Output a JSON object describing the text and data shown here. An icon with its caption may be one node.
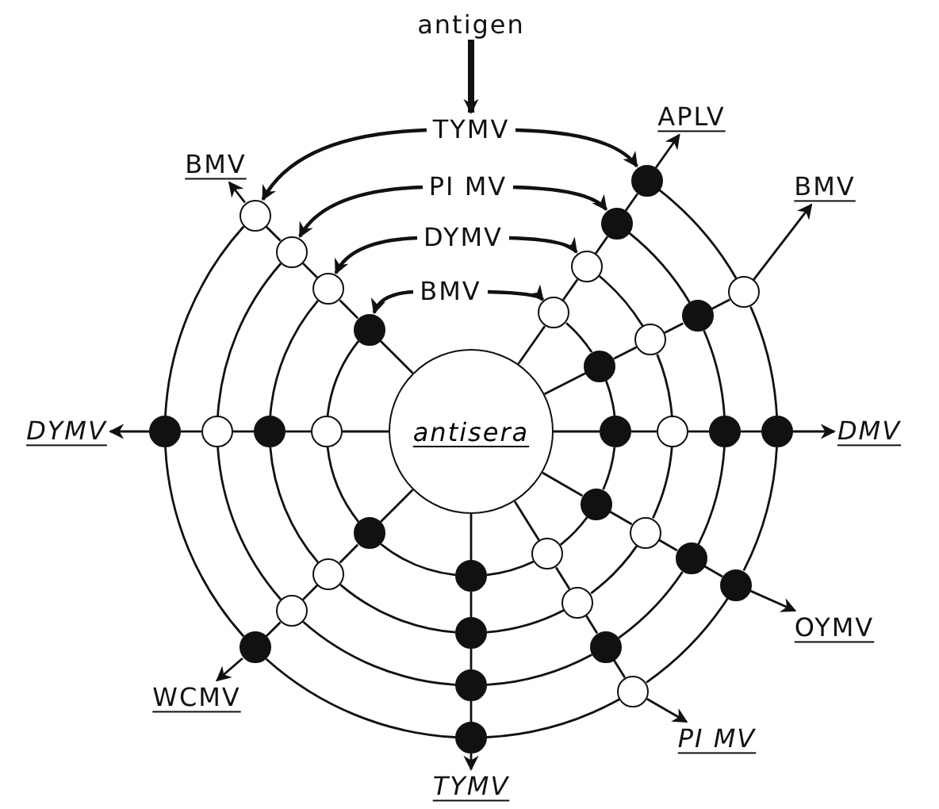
{
  "diagram": {
    "nodes": [
      {
        "text": [
          "antigen"
        ]
      },
      {
        "text": [
          "TYMV"
        ]
      },
      {
        "text": [
          "PI MV"
        ]
      },
      {
        "text": [
          "DYMV"
        ]
      },
      {
        "text": [
          "BMV"
        ]
      },
      {
        "text": [
          "antisera"
        ]
      },
      {
        "text": [
          "APLV"
        ]
      },
      {
        "text": [
          "BMV"
        ]
      },
      {
        "text": [
          "BMV"
        ]
      },
      {
        "text": [
          "DYMV"
        ]
      },
      {
        "text": [
          "DMV"
        ]
      },
      {
        "text": [
          "OYMV"
        ]
      },
      {
        "text": [
          "WCMV"
        ]
      },
      {
        "text": [
          "PI MV"
        ]
      },
      {
        "text": [
          "TYMV"
        ]
      },
      {
        "text": [],
        "shape": "circle"
      },
      {
        "text": [],
        "shape": "circle"
      },
      {
        "text": [],
        "shape": "dot"
      },
      {
        "text": [],
        "shape": "dot"
      },
      {
        "text": [],
        "shape": "dot"
      },
      {
        "text": [],
        "shape": "circle"
      },
      {
        "text": [],
        "shape": "dot"
      },
      {
        "text": [],
        "shape": "circle"
      },
      {
        "text": [],
        "shape": "dot"
      },
      {
        "text": [],
        "shape": "circle"
      },
      {
        "text": [],
        "shape": "dot"
      },
      {
        "text": [],
        "shape": "dot"
      },
      {
        "text": [],
        "shape": "dot"
      },
      {
        "text": [],
        "shape": "circle"
      },
      {
        "text": [],
        "shape": "dot"
      },
      {
        "text": [],
        "shape": "dot"
      },
      {
        "text": [],
        "shape": "circle"
      },
      {
        "text": [],
        "shape": "circle"
      },
      {
        "text": [],
        "shape": "dot"
      },
      {
        "text": [],
        "shape": "circle"
      },
      {
        "text": [],
        "shape": "dot"
      },
      {
        "text": [],
        "shape": "dot"
      },
      {
        "text": [],
        "shape": "dot"
      },
      {
        "text": [],
        "shape": "dot"
      },
      {
        "text": [],
        "shape": "dot"
      },
      {
        "text": [],
        "shape": "circle"
      },
      {
        "text": [],
        "shape": "circle"
      },
      {
        "text": [],
        "shape": "dot"
      },
      {
        "text": [],
        "shape": "circle"
      },
      {
        "text": [],
        "shape": "dot"
      },
      {
        "text": [],
        "shape": "circle"
      },
      {
        "text": [],
        "shape": "dot"
      },
      {
        "text": [],
        "shape": "dot"
      },
      {
        "text": [],
        "shape": "circle"
      },
      {
        "text": [],
        "shape": "circle"
      },
      {
        "text": [],
        "shape": "circle"
      }
    ],
    "edges": [
      {
        "from": 0,
        "to": 1,
        "arrow": "to",
        "style": "thick"
      },
      {
        "from": 1,
        "to": 50,
        "arrow": "to"
      },
      {
        "from": 1,
        "to": 18,
        "arrow": "to"
      },
      {
        "from": 2,
        "to": 49,
        "arrow": "to"
      },
      {
        "from": 2,
        "to": 17,
        "arrow": "to"
      },
      {
        "from": 3,
        "to": 48,
        "arrow": "to"
      },
      {
        "from": 3,
        "to": 16,
        "arrow": "to"
      },
      {
        "from": 4,
        "to": 47,
        "arrow": "to"
      },
      {
        "from": 4,
        "to": 15,
        "arrow": "to"
      },
      {
        "from": 5,
        "to": 15,
        "arrow": "none"
      },
      {
        "from": 15,
        "to": 16,
        "arrow": "none"
      },
      {
        "from": 16,
        "to": 17,
        "arrow": "none"
      },
      {
        "from": 17,
        "to": 18,
        "arrow": "none"
      },
      {
        "from": 18,
        "to": 6,
        "arrow": "to"
      },
      {
        "from": 5,
        "to": 19,
        "arrow": "none"
      },
      {
        "from": 19,
        "to": 20,
        "arrow": "none"
      },
      {
        "from": 20,
        "to": 21,
        "arrow": "none"
      },
      {
        "from": 21,
        "to": 22,
        "arrow": "none"
      },
      {
        "from": 22,
        "to": 8,
        "arrow": "to"
      },
      {
        "from": 5,
        "to": 23,
        "arrow": "none"
      },
      {
        "from": 23,
        "to": 24,
        "arrow": "none"
      },
      {
        "from": 24,
        "to": 25,
        "arrow": "none"
      },
      {
        "from": 25,
        "to": 26,
        "arrow": "none"
      },
      {
        "from": 26,
        "to": 10,
        "arrow": "to"
      },
      {
        "from": 5,
        "to": 27,
        "arrow": "none"
      },
      {
        "from": 27,
        "to": 28,
        "arrow": "none"
      },
      {
        "from": 28,
        "to": 29,
        "arrow": "none"
      },
      {
        "from": 29,
        "to": 30,
        "arrow": "none"
      },
      {
        "from": 30,
        "to": 11,
        "arrow": "to"
      },
      {
        "from": 5,
        "to": 31,
        "arrow": "none"
      },
      {
        "from": 31,
        "to": 32,
        "arrow": "none"
      },
      {
        "from": 32,
        "to": 33,
        "arrow": "none"
      },
      {
        "from": 33,
        "to": 34,
        "arrow": "none"
      },
      {
        "from": 34,
        "to": 13,
        "arrow": "to"
      },
      {
        "from": 5,
        "to": 35,
        "arrow": "none"
      },
      {
        "from": 35,
        "to": 36,
        "arrow": "none"
      },
      {
        "from": 36,
        "to": 37,
        "arrow": "none"
      },
      {
        "from": 37,
        "to": 38,
        "arrow": "none"
      },
      {
        "from": 38,
        "to": 14,
        "arrow": "to"
      },
      {
        "from": 5,
        "to": 39,
        "arrow": "none"
      },
      {
        "from": 39,
        "to": 40,
        "arrow": "none"
      },
      {
        "from": 40,
        "to": 41,
        "arrow": "none"
      },
      {
        "from": 41,
        "to": 42,
        "arrow": "none"
      },
      {
        "from": 42,
        "to": 12,
        "arrow": "to"
      },
      {
        "from": 5,
        "to": 43,
        "arrow": "none"
      },
      {
        "from": 43,
        "to": 44,
        "arrow": "none"
      },
      {
        "from": 44,
        "to": 45,
        "arrow": "none"
      },
      {
        "from": 45,
        "to": 46,
        "arrow": "none"
      },
      {
        "from": 46,
        "to": 9,
        "arrow": "to"
      },
      {
        "from": 5,
        "to": 47,
        "arrow": "none"
      },
      {
        "from": 47,
        "to": 48,
        "arrow": "none"
      },
      {
        "from": 48,
        "to": 49,
        "arrow": "none"
      },
      {
        "from": 49,
        "to": 50,
        "arrow": "none"
      },
      {
        "from": 50,
        "to": 7,
        "arrow": "to"
      },
      {
        "from": 15,
        "to": 19,
        "arrow": "none"
      },
      {
        "from": 19,
        "to": 23,
        "arrow": "none"
      },
      {
        "from": 23,
        "to": 27,
        "arrow": "none"
      },
      {
        "from": 27,
        "to": 31,
        "arrow": "none"
      },
      {
        "from": 31,
        "to": 35,
        "arrow": "none"
      },
      {
        "from": 35,
        "to": 39,
        "arrow": "none"
      },
      {
        "from": 39,
        "to": 43,
        "arrow": "none"
      },
      {
        "from": 43,
        "to": 47,
        "arrow": "none"
      },
      {
        "from": 16,
        "to": 20,
        "arrow": "none"
      },
      {
        "from": 20,
        "to": 24,
        "arrow": "none"
      },
      {
        "from": 24,
        "to": 28,
        "arrow": "none"
      },
      {
        "from": 28,
        "to": 32,
        "arrow": "none"
      },
      {
        "from": 32,
        "to": 36,
        "arrow": "none"
      },
      {
        "from": 36,
        "to": 40,
        "arrow": "none"
      },
      {
        "from": 40,
        "to": 44,
        "arrow": "none"
      },
      {
        "from": 44,
        "to": 48,
        "arrow": "none"
      },
      {
        "from": 17,
        "to": 21,
        "arrow": "none"
      },
      {
        "from": 21,
        "to": 25,
        "arrow": "none"
      },
      {
        "from": 25,
        "to": 29,
        "arrow": "none"
      },
      {
        "from": 29,
        "to": 33,
        "arrow": "none"
      },
      {
        "from": 33,
        "to": 37,
        "arrow": "none"
      },
      {
        "from": 37,
        "to": 41,
        "arrow": "none"
      },
      {
        "from": 41,
        "to": 45,
        "arrow": "none"
      },
      {
        "from": 45,
        "to": 49,
        "arrow": "none"
      },
      {
        "from": 18,
        "to": 22,
        "arrow": "none"
      },
      {
        "from": 22,
        "to": 26,
        "arrow": "none"
      },
      {
        "from": 26,
        "to": 30,
        "arrow": "none"
      },
      {
        "from": 30,
        "to": 34,
        "arrow": "none"
      },
      {
        "from": 34,
        "to": 38,
        "arrow": "none"
      },
      {
        "from": 38,
        "to": 42,
        "arrow": "none"
      },
      {
        "from": 42,
        "to": 46,
        "arrow": "none"
      },
      {
        "from": 46,
        "to": 50,
        "arrow": "none"
      }
    ]
  }
}
